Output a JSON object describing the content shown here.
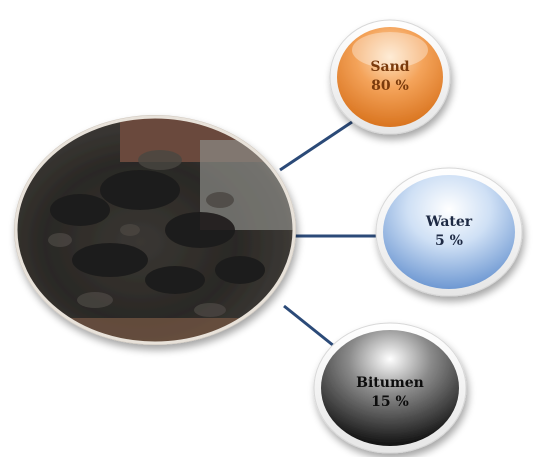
{
  "image": {
    "description_icon": "soil-pile-photo"
  },
  "components": [
    {
      "key": "sand",
      "name": "Sand",
      "value": "80 %",
      "color_hi": "#fde2c0",
      "color_mid": "#f4a35a",
      "color_lo": "#d9741f"
    },
    {
      "key": "water",
      "name": "Water",
      "value": "5 %",
      "color_hi": "#ffffff",
      "color_mid": "#cfe0f5",
      "color_lo": "#6e98d2"
    },
    {
      "key": "bitumen",
      "name": "Bitumen",
      "value": "15 %",
      "color_hi": "#ffffff",
      "color_mid": "#8a8a8a",
      "color_lo": "#111111"
    }
  ],
  "connector_color": "#2b4a78"
}
